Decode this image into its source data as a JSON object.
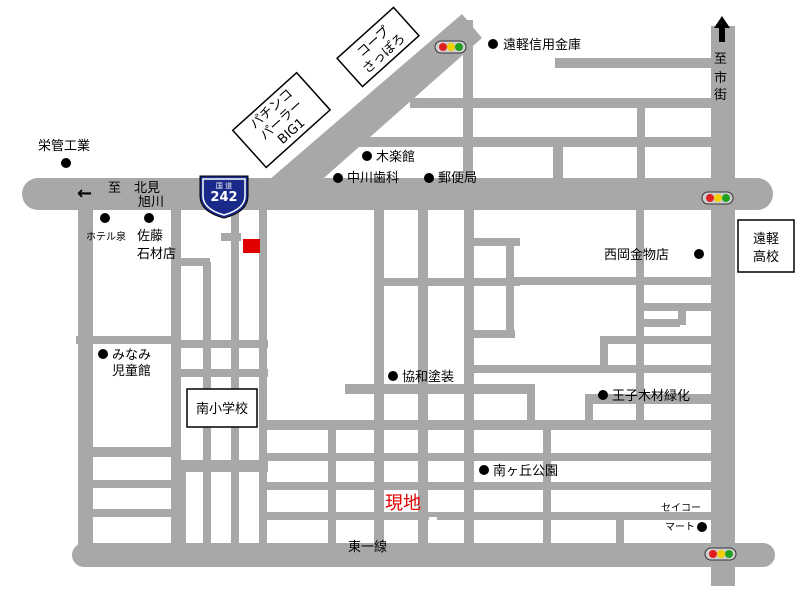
{
  "colors": {
    "road": "#a8a8a8",
    "current_location": "#e00000",
    "route_shield": "#1a2a8a",
    "signal_red": "#e02020",
    "signal_yellow": "#f0d000",
    "signal_green": "#20a020"
  },
  "route": {
    "top": "国 道",
    "number": "242"
  },
  "direction_left": {
    "arrow": "←",
    "to": "至",
    "dest1": "北見",
    "dest2": "旭川"
  },
  "direction_up": {
    "to": "至",
    "dest1": "市",
    "dest2": "街"
  },
  "boxes": {
    "coop": [
      "コープ",
      "さっぽろ"
    ],
    "pachinko": [
      "パチンコ",
      "パーラー",
      "BIG1"
    ],
    "school_minami": "南小学校",
    "enkaru_high": [
      "遠軽",
      "高校"
    ]
  },
  "places": {
    "shinyo": "遠軽信用金庫",
    "eikan": "栄管工業",
    "mokurakukan": "木楽館",
    "nakagawa": "中川歯科",
    "yubinkyoku": "郵便局",
    "hotel": "ホテル泉",
    "sato1": "佐藤",
    "sato2": "石材店",
    "nishioka": "西岡金物店",
    "minami1": "みなみ",
    "minami2": "児童館",
    "kyowa": "協和塗装",
    "oji": "王子木材緑化",
    "park": "南ヶ丘公園",
    "seicomart1": "セイコー",
    "seicomart2": "マート",
    "higashi_ichi": "東一線"
  },
  "current_location_label": "現地",
  "icons": [
    "route-242-shield-icon",
    "traffic-signal-icon",
    "arrow-left-icon",
    "arrow-up-icon",
    "current-location-marker-icon",
    "place-dot-icon"
  ]
}
